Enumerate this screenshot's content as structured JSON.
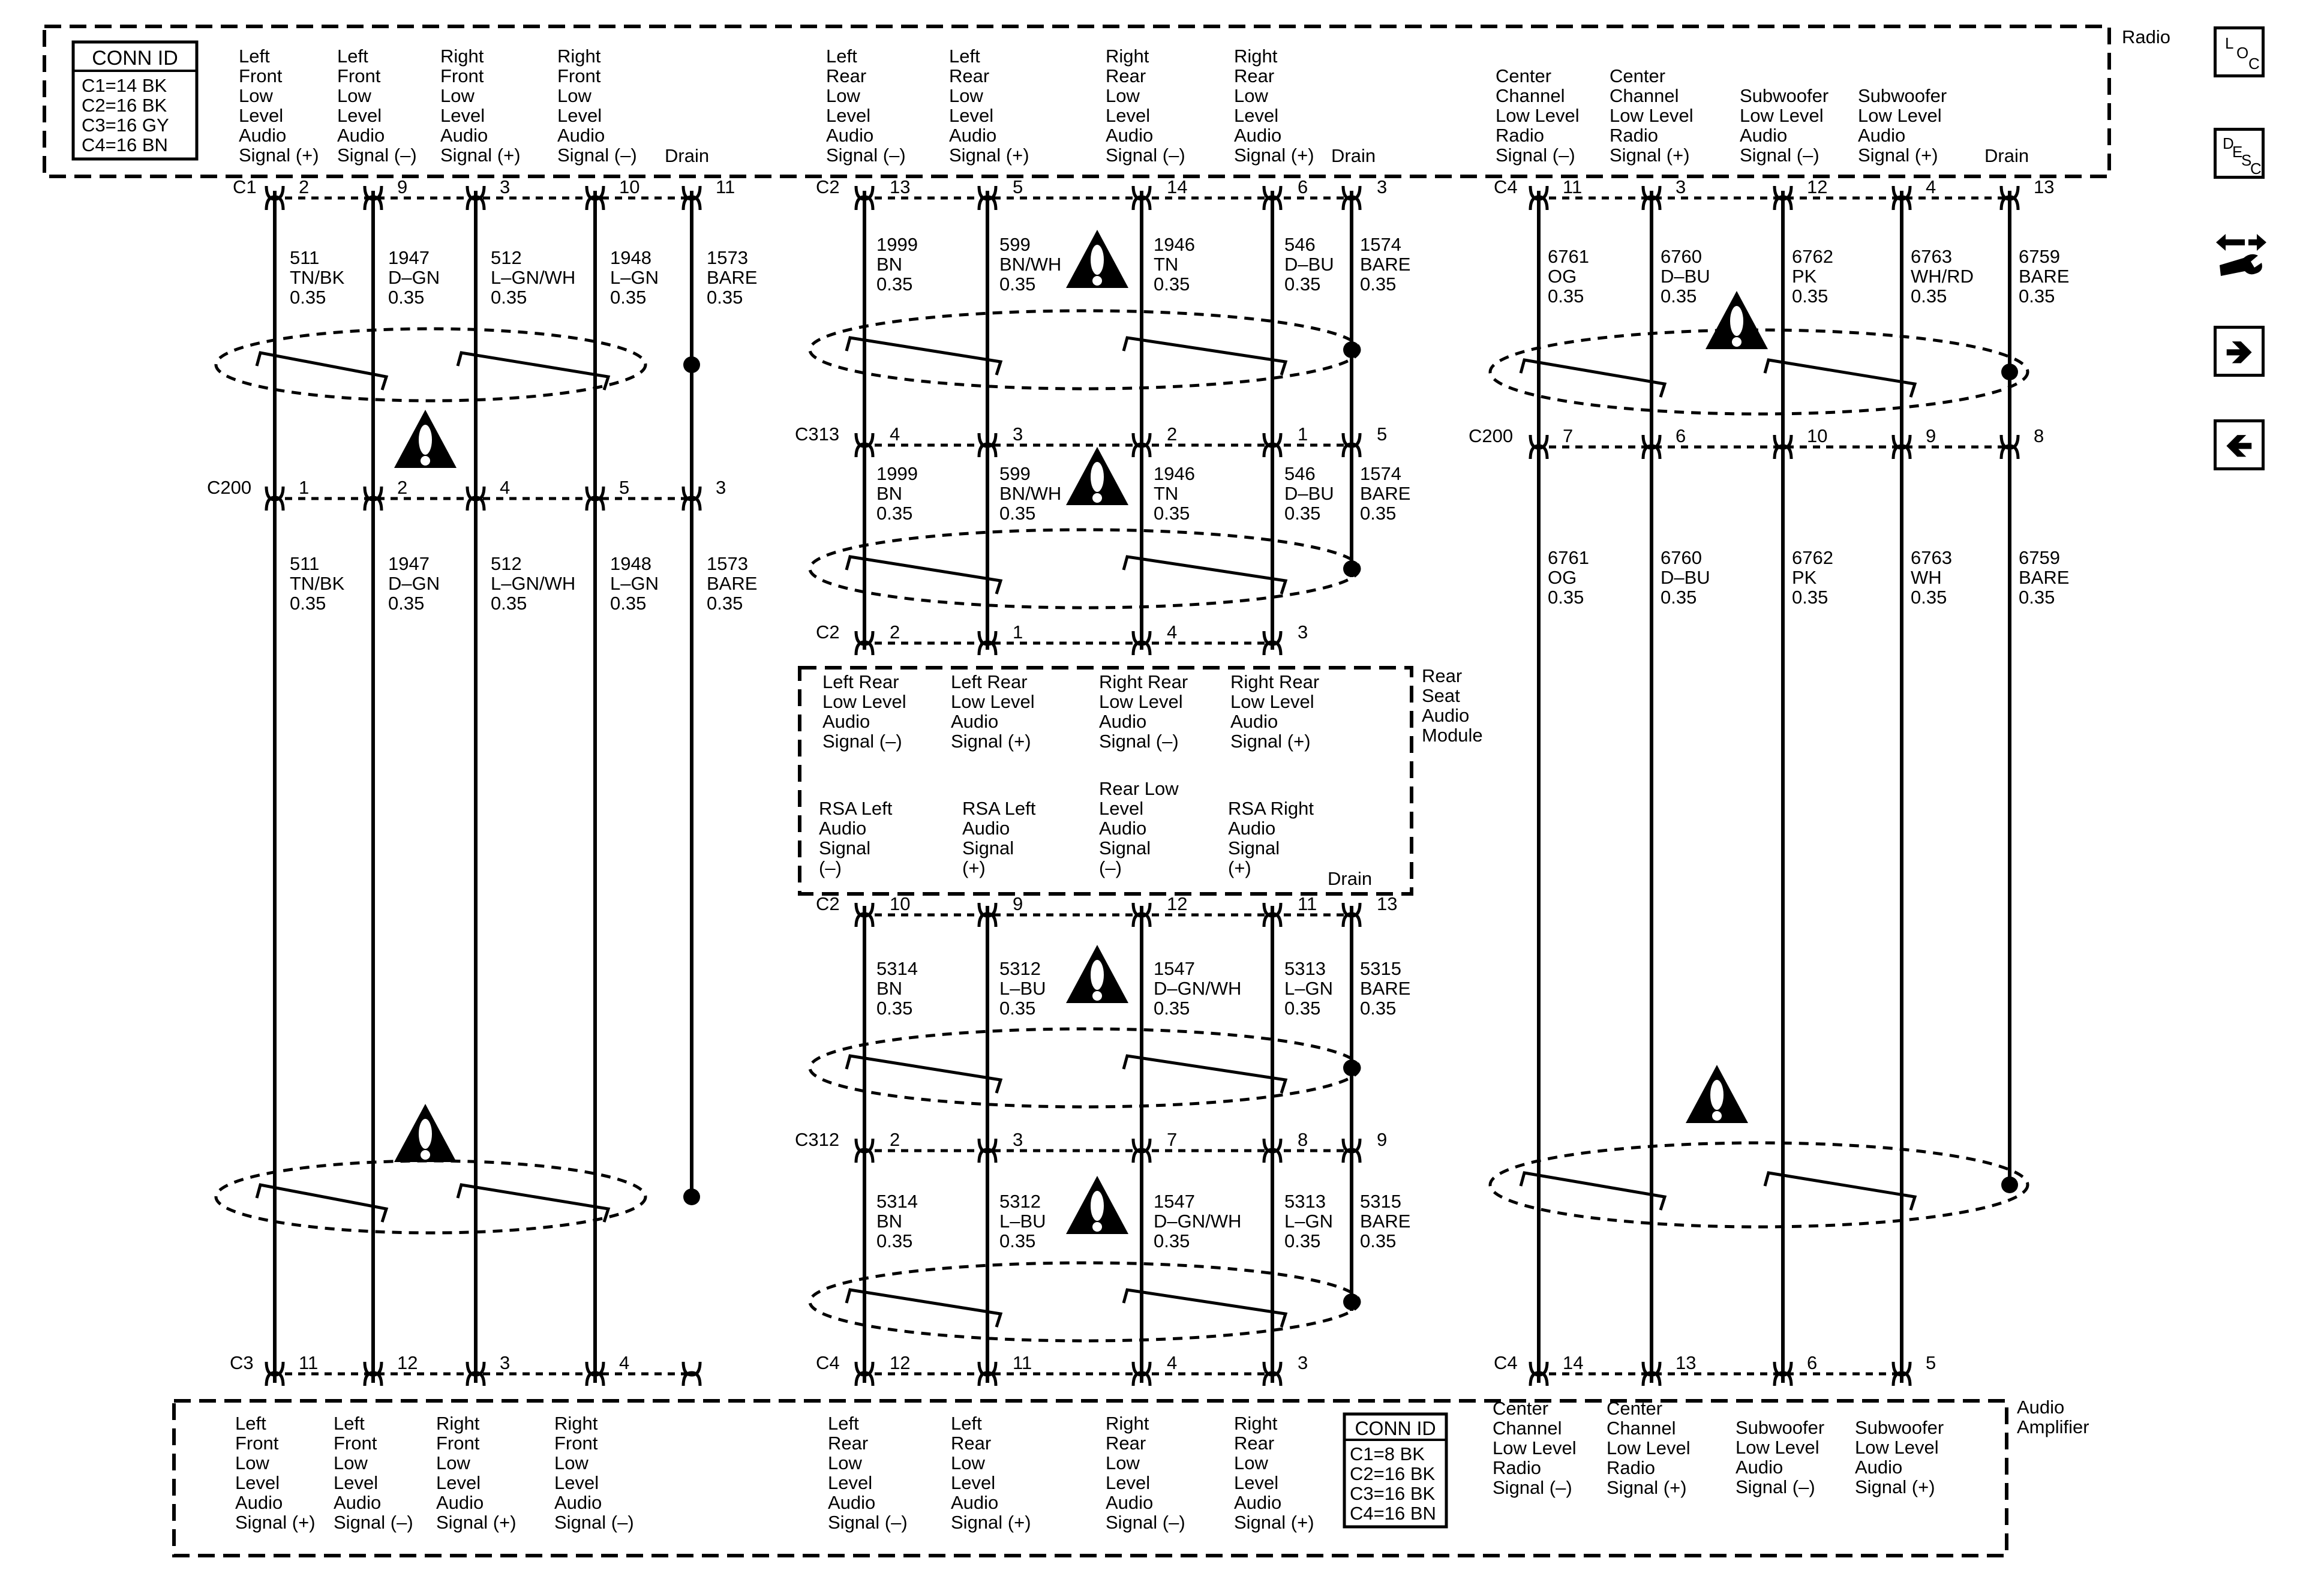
{
  "radio": {
    "name": "Radio",
    "conn_id": {
      "title": "CONN ID",
      "lines": [
        "C1=14 BK",
        "C2=16 BK",
        "C3=16 GY",
        "C4=16 BN"
      ]
    },
    "labels": [
      {
        "lines": [
          "Left",
          "Front",
          "Low",
          "Level",
          "Audio",
          "Signal (+)"
        ]
      },
      {
        "lines": [
          "Left",
          "Front",
          "Low",
          "Level",
          "Audio",
          "Signal (–)"
        ]
      },
      {
        "lines": [
          "Right",
          "Front",
          "Low",
          "Level",
          "Audio",
          "Signal (+)"
        ]
      },
      {
        "lines": [
          "Right",
          "Front",
          "Low",
          "Level",
          "Audio",
          "Signal (–)"
        ]
      },
      {
        "lines": [
          "Drain"
        ]
      },
      {
        "lines": [
          "Left",
          "Rear",
          "Low",
          "Level",
          "Audio",
          "Signal (–)"
        ]
      },
      {
        "lines": [
          "Left",
          "Rear",
          "Low",
          "Level",
          "Audio",
          "Signal (+)"
        ]
      },
      {
        "lines": [
          "Right",
          "Rear",
          "Low",
          "Level",
          "Audio",
          "Signal (–)"
        ]
      },
      {
        "lines": [
          "Right",
          "Rear",
          "Low",
          "Level",
          "Audio",
          "Signal (+)"
        ]
      },
      {
        "lines": [
          "Drain"
        ]
      },
      {
        "lines": [
          "Center",
          "Channel",
          "Low Level",
          "Radio",
          "Signal (–)"
        ]
      },
      {
        "lines": [
          "Center",
          "Channel",
          "Low Level",
          "Radio",
          "Signal (+)"
        ]
      },
      {
        "lines": [
          "Subwoofer",
          "Low Level",
          "Audio",
          "Signal (–)"
        ]
      },
      {
        "lines": [
          "Subwoofer",
          "Low Level",
          "Audio",
          "Signal (+)"
        ]
      },
      {
        "lines": [
          "Drain"
        ]
      }
    ]
  },
  "rsa": {
    "name_lines": [
      "Rear",
      "Seat",
      "Audio",
      "Module"
    ],
    "top_labels": [
      {
        "lines": [
          "Left Rear",
          "Low Level",
          "Audio",
          "Signal (–)"
        ]
      },
      {
        "lines": [
          "Left Rear",
          "Low Level",
          "Audio",
          "Signal (+)"
        ]
      },
      {
        "lines": [
          "Right Rear",
          "Low Level",
          "Audio",
          "Signal (–)"
        ]
      },
      {
        "lines": [
          "Right Rear",
          "Low Level",
          "Audio",
          "Signal (+)"
        ]
      }
    ],
    "bottom_labels": [
      {
        "lines": [
          "RSA Left",
          "Audio",
          "Signal",
          "(–)"
        ]
      },
      {
        "lines": [
          "RSA Left",
          "Audio",
          "Signal",
          "(+)"
        ]
      },
      {
        "lines": [
          "Rear Low",
          "Level",
          "Audio",
          "Signal",
          "(–)"
        ]
      },
      {
        "lines": [
          "RSA Right",
          "Audio",
          "Signal",
          "(+)"
        ]
      },
      {
        "lines": [
          "Drain"
        ]
      }
    ]
  },
  "amplifier": {
    "name_lines": [
      "Audio",
      "Amplifier"
    ],
    "conn_id": {
      "title": "CONN ID",
      "lines": [
        "C1=8 BK",
        "C2=16 BK",
        "C3=16 BK",
        "C4=16 BN"
      ]
    },
    "labels": [
      {
        "lines": [
          "Left",
          "Front",
          "Low",
          "Level",
          "Audio",
          "Signal (+)"
        ]
      },
      {
        "lines": [
          "Left",
          "Front",
          "Low",
          "Level",
          "Audio",
          "Signal (–)"
        ]
      },
      {
        "lines": [
          "Right",
          "Front",
          "Low",
          "Level",
          "Audio",
          "Signal (+)"
        ]
      },
      {
        "lines": [
          "Right",
          "Front",
          "Low",
          "Level",
          "Audio",
          "Signal (–)"
        ]
      },
      {
        "lines": [
          "Left",
          "Rear",
          "Low",
          "Level",
          "Audio",
          "Signal (–)"
        ]
      },
      {
        "lines": [
          "Left",
          "Rear",
          "Low",
          "Level",
          "Audio",
          "Signal (+)"
        ]
      },
      {
        "lines": [
          "Right",
          "Rear",
          "Low",
          "Level",
          "Audio",
          "Signal (–)"
        ]
      },
      {
        "lines": [
          "Right",
          "Rear",
          "Low",
          "Level",
          "Audio",
          "Signal (+)"
        ]
      },
      {
        "lines": [
          "Center",
          "Channel",
          "Low Level",
          "Radio",
          "Signal (–)"
        ]
      },
      {
        "lines": [
          "Center",
          "Channel",
          "Low Level",
          "Radio",
          "Signal (+)"
        ]
      },
      {
        "lines": [
          "Subwoofer",
          "Low Level",
          "Audio",
          "Signal (–)"
        ]
      },
      {
        "lines": [
          "Subwoofer",
          "Low Level",
          "Audio",
          "Signal (+)"
        ]
      }
    ]
  },
  "connectors": [
    {
      "name": "C1",
      "pins": [
        "2",
        "9",
        "3",
        "10",
        "11"
      ]
    },
    {
      "name": "C200",
      "pins": [
        "1",
        "2",
        "4",
        "5",
        "3"
      ]
    },
    {
      "name": "C3",
      "pins": [
        "11",
        "12",
        "3",
        "4"
      ]
    },
    {
      "name": "C2",
      "pins": [
        "13",
        "5",
        "14",
        "6",
        "3"
      ]
    },
    {
      "name": "C313",
      "pins": [
        "4",
        "3",
        "2",
        "1",
        "5"
      ]
    },
    {
      "name": "C2",
      "pins": [
        "2",
        "1",
        "4",
        "3"
      ]
    },
    {
      "name": "C2",
      "pins": [
        "10",
        "9",
        "12",
        "11",
        "13"
      ]
    },
    {
      "name": "C312",
      "pins": [
        "2",
        "3",
        "7",
        "8",
        "9"
      ]
    },
    {
      "name": "C4",
      "pins": [
        "12",
        "11",
        "4",
        "3"
      ]
    },
    {
      "name": "C4",
      "pins": [
        "11",
        "3",
        "12",
        "4",
        "13"
      ]
    },
    {
      "name": "C200",
      "pins": [
        "7",
        "6",
        "10",
        "9",
        "8"
      ]
    },
    {
      "name": "C4",
      "pins": [
        "14",
        "13",
        "6",
        "5"
      ]
    }
  ],
  "wire_labels": [
    {
      "lines": [
        "511",
        "TN/BK",
        "0.35"
      ]
    },
    {
      "lines": [
        "1947",
        "D–GN",
        "0.35"
      ]
    },
    {
      "lines": [
        "512",
        "L–GN/WH",
        "0.35"
      ]
    },
    {
      "lines": [
        "1948",
        "L–GN",
        "0.35"
      ]
    },
    {
      "lines": [
        "1573",
        "BARE",
        "0.35"
      ]
    },
    {
      "lines": [
        "511",
        "TN/BK",
        "0.35"
      ]
    },
    {
      "lines": [
        "1947",
        "D–GN",
        "0.35"
      ]
    },
    {
      "lines": [
        "512",
        "L–GN/WH",
        "0.35"
      ]
    },
    {
      "lines": [
        "1948",
        "L–GN",
        "0.35"
      ]
    },
    {
      "lines": [
        "1573",
        "BARE",
        "0.35"
      ]
    },
    {
      "lines": [
        "1999",
        "BN",
        "0.35"
      ]
    },
    {
      "lines": [
        "599",
        "BN/WH",
        "0.35"
      ]
    },
    {
      "lines": [
        "1946",
        "TN",
        "0.35"
      ]
    },
    {
      "lines": [
        "546",
        "D–BU",
        "0.35"
      ]
    },
    {
      "lines": [
        "1574",
        "BARE",
        "0.35"
      ]
    },
    {
      "lines": [
        "1999",
        "BN",
        "0.35"
      ]
    },
    {
      "lines": [
        "599",
        "BN/WH",
        "0.35"
      ]
    },
    {
      "lines": [
        "1946",
        "TN",
        "0.35"
      ]
    },
    {
      "lines": [
        "546",
        "D–BU",
        "0.35"
      ]
    },
    {
      "lines": [
        "1574",
        "BARE",
        "0.35"
      ]
    },
    {
      "lines": [
        "5314",
        "BN",
        "0.35"
      ]
    },
    {
      "lines": [
        "5312",
        "L–BU",
        "0.35"
      ]
    },
    {
      "lines": [
        "1547",
        "D–GN/WH",
        "0.35"
      ]
    },
    {
      "lines": [
        "5313",
        "L–GN",
        "0.35"
      ]
    },
    {
      "lines": [
        "5315",
        "BARE",
        "0.35"
      ]
    },
    {
      "lines": [
        "5314",
        "BN",
        "0.35"
      ]
    },
    {
      "lines": [
        "5312",
        "L–BU",
        "0.35"
      ]
    },
    {
      "lines": [
        "1547",
        "D–GN/WH",
        "0.35"
      ]
    },
    {
      "lines": [
        "5313",
        "L–GN",
        "0.35"
      ]
    },
    {
      "lines": [
        "5315",
        "BARE",
        "0.35"
      ]
    },
    {
      "lines": [
        "6761",
        "OG",
        "0.35"
      ]
    },
    {
      "lines": [
        "6760",
        "D–BU",
        "0.35"
      ]
    },
    {
      "lines": [
        "6762",
        "PK",
        "0.35"
      ]
    },
    {
      "lines": [
        "6763",
        "WH/RD",
        "0.35"
      ]
    },
    {
      "lines": [
        "6759",
        "BARE",
        "0.35"
      ]
    },
    {
      "lines": [
        "6761",
        "OG",
        "0.35"
      ]
    },
    {
      "lines": [
        "6760",
        "D–BU",
        "0.35"
      ]
    },
    {
      "lines": [
        "6762",
        "PK",
        "0.35"
      ]
    },
    {
      "lines": [
        "6763",
        "WH"
      ]
    },
    {
      "lines": [
        "0.35"
      ]
    },
    {
      "lines": [
        "6759",
        "BARE",
        "0.35"
      ]
    }
  ],
  "toolbar": {
    "loc": [
      "L",
      "O",
      "C"
    ],
    "desc": [
      "D",
      "E",
      "S",
      "C"
    ],
    "items": [
      {
        "icon": "location-icon"
      },
      {
        "icon": "description-icon"
      },
      {
        "icon": "harness-tool-icon"
      },
      {
        "icon": "arrow-right-icon"
      },
      {
        "icon": "arrow-left-icon"
      }
    ]
  },
  "colors": {
    "line": "#000000",
    "background": "#ffffff"
  }
}
